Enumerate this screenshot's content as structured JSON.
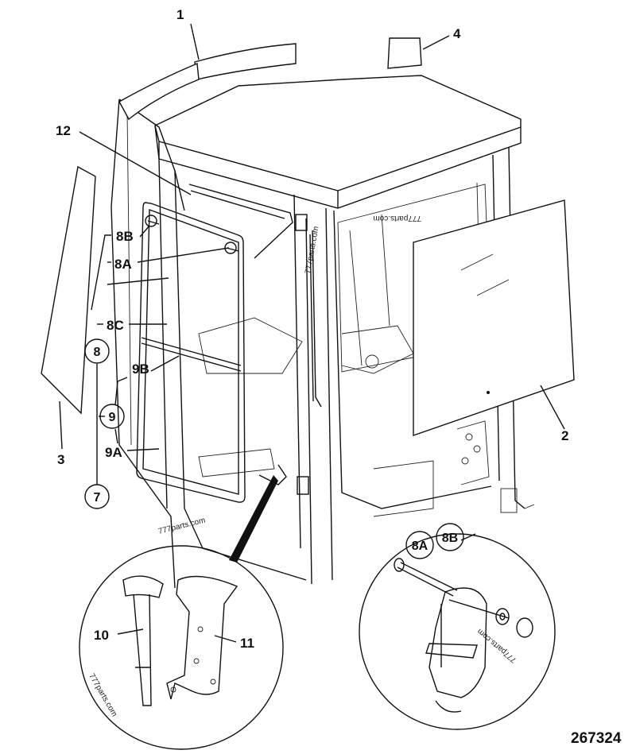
{
  "callouts": {
    "c1": "1",
    "c2": "2",
    "c3": "3",
    "c4": "4",
    "c7": "7",
    "c8": "8",
    "c8a": "8A",
    "c8b": "8B",
    "c8c": "8C",
    "c9": "9",
    "c9a": "9A",
    "c9b": "9B",
    "c10": "10",
    "c11": "11",
    "c12": "12",
    "detail_8a": "8A",
    "detail_8b": "8B"
  },
  "watermarks": {
    "w1": "777parts.com",
    "w2": "777parts.com",
    "w3": "777parts.com",
    "w4": "777parts.com",
    "w5": "777parts.com"
  },
  "drawing_number": "267324"
}
